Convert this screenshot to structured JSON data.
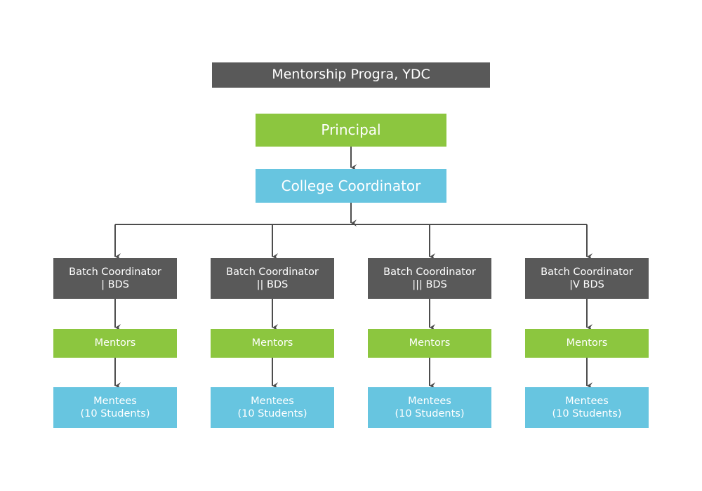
{
  "title": "Mentorship Progra, YDC",
  "principal": "Principal",
  "college_coordinator": "College Coordinator",
  "colors": {
    "dark": "#595959",
    "green": "#8cc63f",
    "blue": "#67c5e0",
    "arrow": "#4d4d4d"
  },
  "columns": [
    {
      "batch_line1": "Batch Coordinator",
      "batch_line2": "| BDS",
      "mentors": "Mentors",
      "mentees_line1": "Mentees",
      "mentees_line2": "(10 Students)"
    },
    {
      "batch_line1": "Batch Coordinator",
      "batch_line2": "|| BDS",
      "mentors": "Mentors",
      "mentees_line1": "Mentees",
      "mentees_line2": "(10 Students)"
    },
    {
      "batch_line1": "Batch Coordinator",
      "batch_line2": "||| BDS",
      "mentors": "Mentors",
      "mentees_line1": "Mentees",
      "mentees_line2": "(10 Students)"
    },
    {
      "batch_line1": "Batch Coordinator",
      "batch_line2": "|V BDS",
      "mentors": "Mentors",
      "mentees_line1": "Mentees",
      "mentees_line2": "(10 Students)"
    }
  ]
}
